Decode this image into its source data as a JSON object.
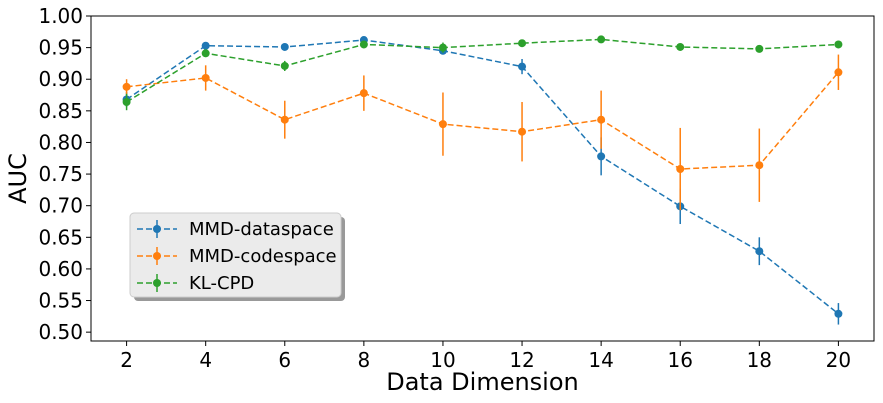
{
  "chart_data": {
    "type": "line",
    "title": "",
    "xlabel": "Data Dimension",
    "ylabel": "AUC",
    "x": [
      2,
      4,
      6,
      8,
      10,
      12,
      14,
      16,
      18,
      20
    ],
    "xticks": [
      2,
      4,
      6,
      8,
      10,
      12,
      14,
      16,
      18,
      20
    ],
    "yticks": [
      0.5,
      0.55,
      0.6,
      0.65,
      0.7,
      0.75,
      0.8,
      0.85,
      0.9,
      0.95,
      1.0
    ],
    "xlim": [
      1.1,
      20.9
    ],
    "ylim": [
      0.486,
      1.0
    ],
    "grid": false,
    "legend_position": "lower-left",
    "series": [
      {
        "name": "MMD-dataspace",
        "color": "#1f77b4",
        "values": [
          0.868,
          0.953,
          0.951,
          0.962,
          0.945,
          0.92,
          0.778,
          0.699,
          0.628,
          0.529
        ],
        "errors": [
          0.012,
          0.004,
          0.004,
          0.004,
          0.006,
          0.012,
          0.03,
          0.028,
          0.022,
          0.017
        ]
      },
      {
        "name": "MMD-codespace",
        "color": "#ff7f0e",
        "values": [
          0.888,
          0.902,
          0.836,
          0.878,
          0.829,
          0.817,
          0.836,
          0.758,
          0.764,
          0.911
        ],
        "errors": [
          0.012,
          0.02,
          0.03,
          0.028,
          0.05,
          0.047,
          0.046,
          0.065,
          0.058,
          0.028
        ]
      },
      {
        "name": "KL-CPD",
        "color": "#2ca02c",
        "values": [
          0.864,
          0.941,
          0.921,
          0.955,
          0.95,
          0.957,
          0.963,
          0.951,
          0.948,
          0.955
        ],
        "errors": [
          0.013,
          0.006,
          0.008,
          0.004,
          0.008,
          0.004,
          0.003,
          0.004,
          0.004,
          0.004
        ]
      }
    ]
  }
}
